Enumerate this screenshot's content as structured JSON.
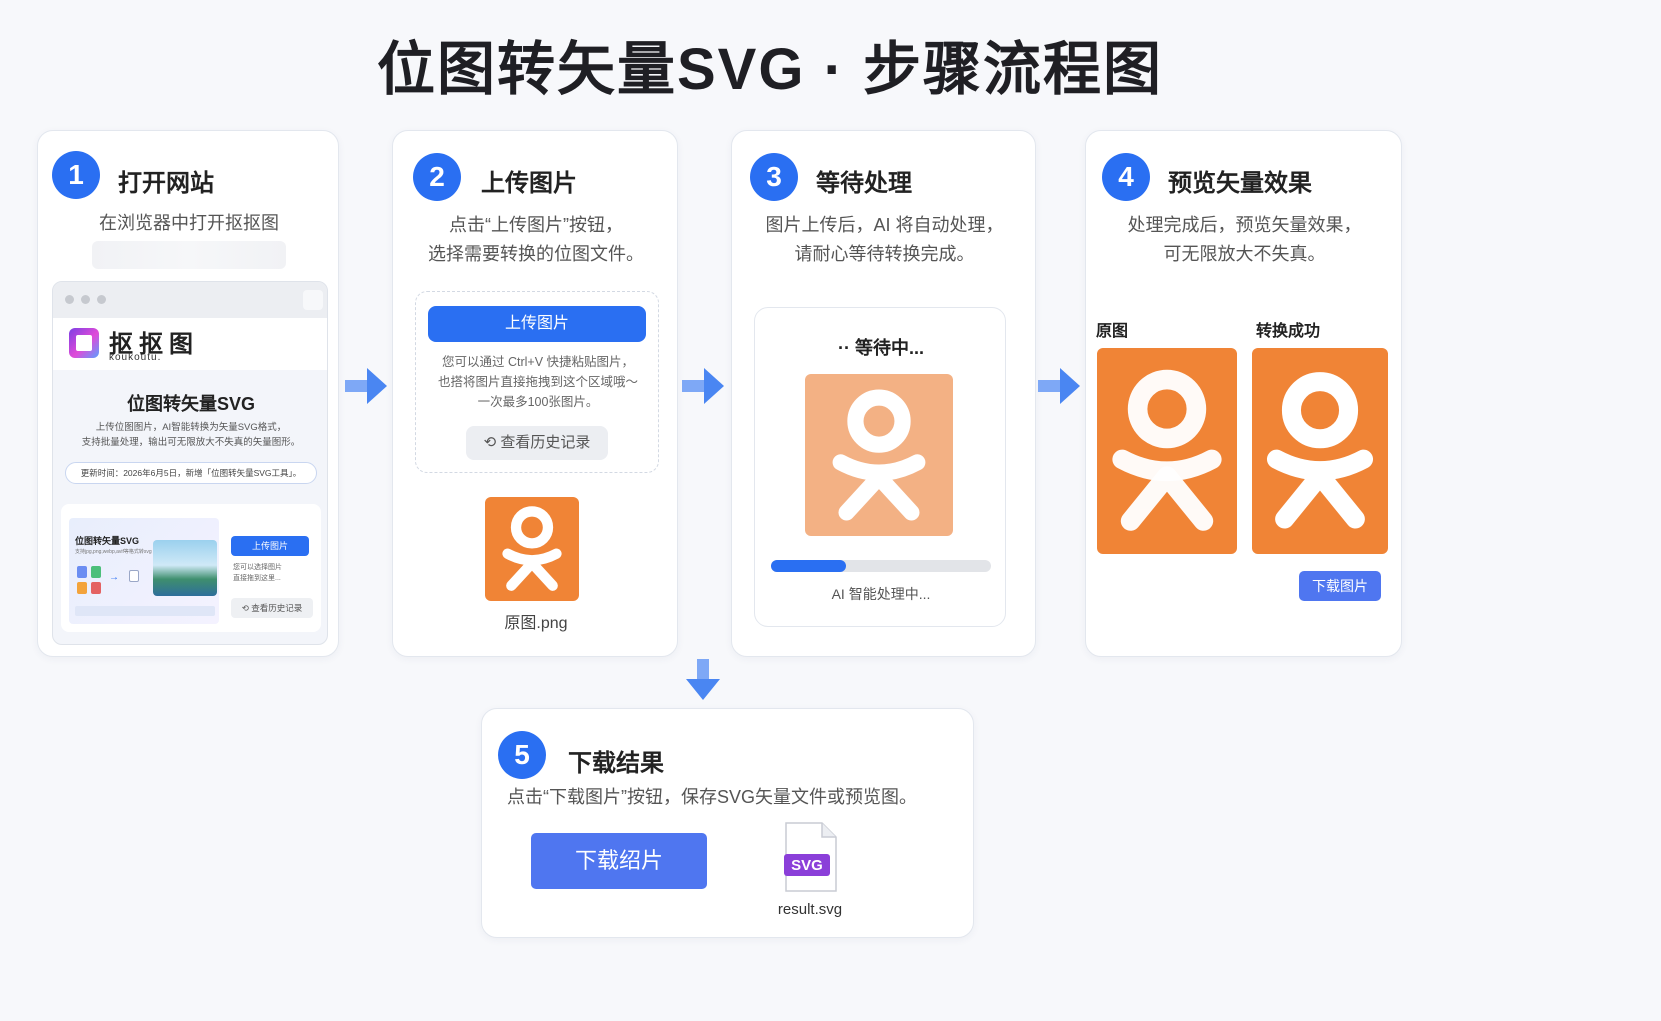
{
  "title": "位图转矢量SVG · 步骤流程图",
  "colors": {
    "accent": "#2a6ff2",
    "tile_orange": "#f08436",
    "tile_faded": "#f3b184",
    "svg_purple": "#8b3fd9"
  },
  "steps": [
    {
      "num": "1",
      "title": "打开网站",
      "desc_lines": [
        "在浏览器中打开抠抠图"
      ]
    },
    {
      "num": "2",
      "title": "上传图片",
      "desc_lines": [
        "点击“上传图片”按钮，",
        "选择需要转换的位图文件。"
      ]
    },
    {
      "num": "3",
      "title": "等待处理",
      "desc_lines": [
        "图片上传后，AI 将自动处理，",
        "请耐心等待转换完成。"
      ]
    },
    {
      "num": "4",
      "title": "预览矢量效果",
      "desc_lines": [
        "处理完成后，预览矢量效果，",
        "可无限放大不失真。"
      ]
    },
    {
      "num": "5",
      "title": "下载结果",
      "desc_lines": [
        "点击“下载图片”按钮，保存SVG矢量文件或预览图。"
      ]
    }
  ],
  "browser_mock": {
    "logo_text": "抠抠图",
    "logo_sub": "koukoutu.",
    "heading": "位图转矢量SVG",
    "sub_lines": [
      "上传位图图片，AI智能转换为矢量SVG格式，",
      "支持批量处理，输出可无限放大不失真的矢量图形。"
    ],
    "update_note": "更新时间：2026年6月5日，新增「位图转矢量SVG工具」。",
    "thumb_title": "位图转矢量SVG",
    "thumb_sub": "支持jpg,png,webp,avif等格式转svg",
    "upload_btn": "上传图片",
    "small_lines": [
      "您可以选择图片",
      "直接拖到这里..."
    ],
    "history_btn": "查看历史记录"
  },
  "upload": {
    "button": "上传图片",
    "tip_lines": [
      "您可以通过 Ctrl+V 快捷粘贴图片，",
      "也搭将图片直接拖拽到这个区域哦～",
      "一次最多100张图片。"
    ],
    "history_btn": "查看历史记录",
    "file_name": "原图.png"
  },
  "processing": {
    "waiting": "等待中...",
    "progress": 0.34,
    "progress_text": "AI 智能处理中..."
  },
  "preview": {
    "original_label": "原图",
    "converted_label": "转换成功",
    "download_btn": "下载图片"
  },
  "download": {
    "button": "下载绍片",
    "file_badge": "SVG",
    "file_name": "result.svg"
  }
}
